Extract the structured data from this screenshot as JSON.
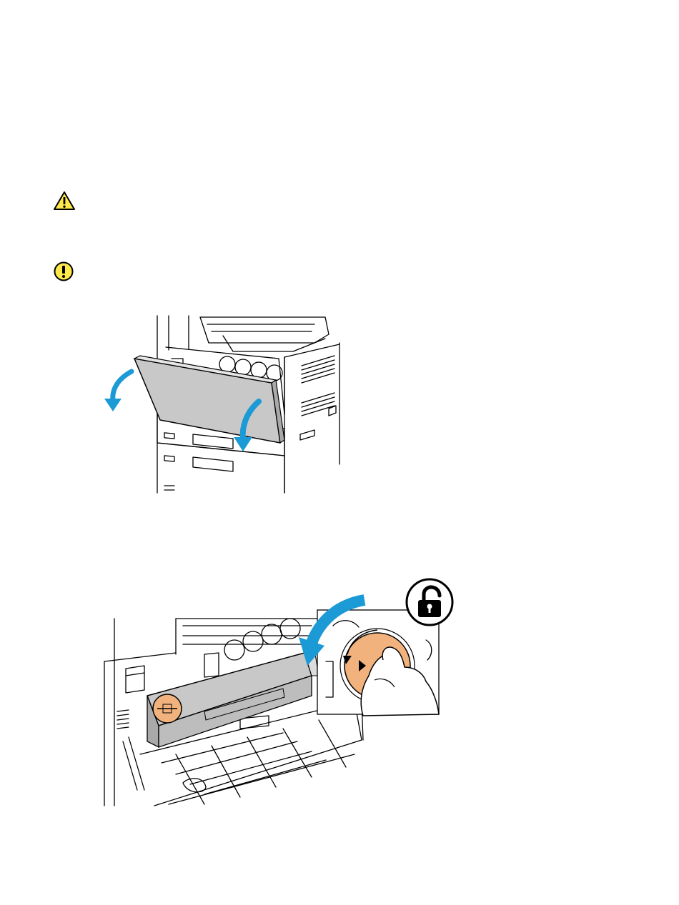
{
  "page": {
    "background": "#ffffff"
  },
  "icons": {
    "warning": {
      "name": "warning-triangle-icon",
      "fill": "#ffe94a",
      "stroke": "#000000"
    },
    "caution": {
      "name": "caution-exclamation-icon",
      "fill": "#ffe94a",
      "stroke": "#000000"
    },
    "unlock": {
      "name": "unlock-padlock-icon"
    }
  },
  "colors": {
    "arrow_blue": "#1c9ad6",
    "panel_gray": "#c8c8c8",
    "panel_gray_dark": "#a9a9a9",
    "knob_orange": "#f1b27e",
    "line": "#000000"
  },
  "figures": [
    {
      "name": "figure-open-front-door",
      "description_icon": "printer-front-door-open-illustration"
    },
    {
      "name": "figure-unlock-waste-cartridge",
      "description_icon": "waste-toner-cartridge-unlock-illustration"
    }
  ]
}
